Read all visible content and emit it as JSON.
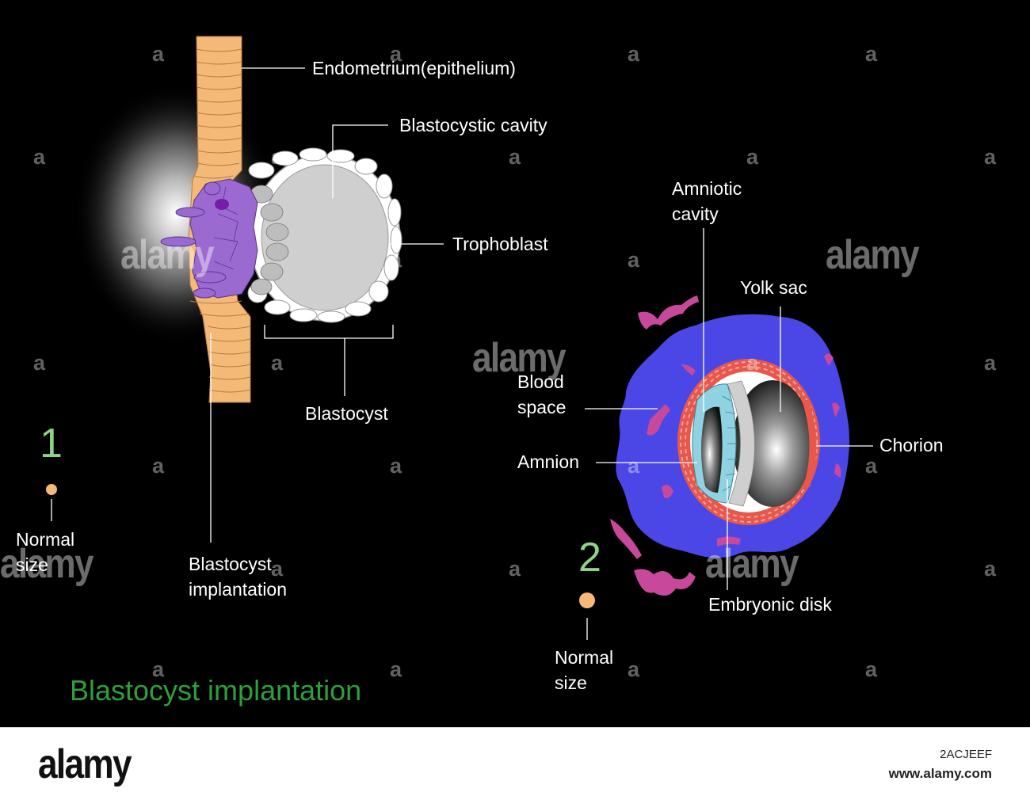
{
  "labels": {
    "endometrium": "Endometrium(epithelium)",
    "blastocystic_cavity": "Blastocystic cavity",
    "trophoblast": "Trophoblast",
    "blastocyst": "Blastocyst",
    "blastocyst_implantation_line1": "Blastocyst",
    "blastocyst_implantation_line2": "implantation",
    "normal_size_1_line1": "Normal",
    "normal_size_1_line2": "size",
    "amniotic_cavity_line1": "Amniotic",
    "amniotic_cavity_line2": "cavity",
    "yolk_sac": "Yolk sac",
    "blood_space_line1": "Blood",
    "blood_space_line2": "space",
    "chorion": "Chorion",
    "amnion": "Amnion",
    "embryonic_disk": "Embryonic disk",
    "normal_size_2_line1": "Normal",
    "normal_size_2_line2": "size"
  },
  "stage_numbers": {
    "stage1": "1",
    "stage2": "2"
  },
  "title": "Blastocyst implantation",
  "watermark": {
    "small": "a",
    "big": "alamy"
  },
  "footer": {
    "logo": "alamy",
    "image_id": "2ACJEEF",
    "url": "www.alamy.com"
  },
  "colors": {
    "background": "#000000",
    "endometrium": "#f4b877",
    "inner_cell_mass": "#9b6ad0",
    "trophoblast_cells": "#ffffff",
    "cavity": "#cfcfcf",
    "syncytiotrophoblast": "#4a47e6",
    "blood_vessels": "#c8489c",
    "chorion_cells": "#e8574b",
    "amnion": "#8fd3e3",
    "stage_number": "#8ed486",
    "title": "#2f9e3d",
    "normal_size_dot": "#f4b877"
  }
}
